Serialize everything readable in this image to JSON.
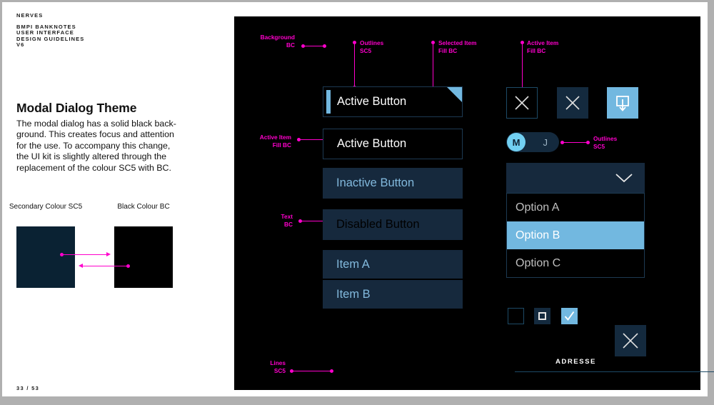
{
  "document": {
    "brand": "NERVES",
    "subtitle_lines": [
      "BMPI BANKNOTES",
      "USER INTERFACE",
      "DESIGN GUIDELINES",
      "V6"
    ],
    "title": "Modal Dialog Theme",
    "body": "The modal dialog has a solid black back-ground. This creates focus and attention for the use. To accompany this change, the UI kit is slightly altered through the replacement of the colour SC5 with BC.",
    "page_number": "33 / 53"
  },
  "swatches": [
    {
      "label": "Secondary\nColour SC5",
      "name": "SC5",
      "hex": "#0a2233"
    },
    {
      "label": "Black\nColour BC",
      "name": "BC",
      "hex": "#000000"
    }
  ],
  "annotations": {
    "background": "Background\nBC",
    "outlines_top": "Outlines\nSC5",
    "selected_item": "Selected Item\nFill BC",
    "active_item_top": "Active Item\nFill BC",
    "active_item_left": "Active Item\nFill BC",
    "outlines_toggle": "Outlines\nSC5",
    "text_bc": "Text\nBC",
    "lines_sc5": "Lines\nSC5"
  },
  "components": {
    "active_selected_button": "Active Button",
    "active_button": "Active Button",
    "inactive_button": "Inactive Button",
    "disabled_button": "Disabled Button",
    "item_a": "Item A",
    "item_b": "Item B",
    "toggle": {
      "on_label": "M",
      "off_label": "J"
    },
    "dropdown": {
      "selected_value": "",
      "options": [
        "Option A",
        "Option B",
        "Option C"
      ],
      "highlighted_index": 1
    },
    "checkboxes": [
      "unchecked",
      "indeterminate",
      "checked"
    ],
    "address_field": {
      "label": "ADRESSE",
      "value": ""
    },
    "icon_buttons": [
      "close-outline",
      "close-filled",
      "download-primary",
      "close-bottom"
    ]
  },
  "colors": {
    "magenta": "#ff00cc",
    "sc5": "#0a2233",
    "bc": "#000000",
    "primary_light_blue": "#72b8e0",
    "panel_navy": "#16293d",
    "outline_blue": "#1d4a66"
  }
}
